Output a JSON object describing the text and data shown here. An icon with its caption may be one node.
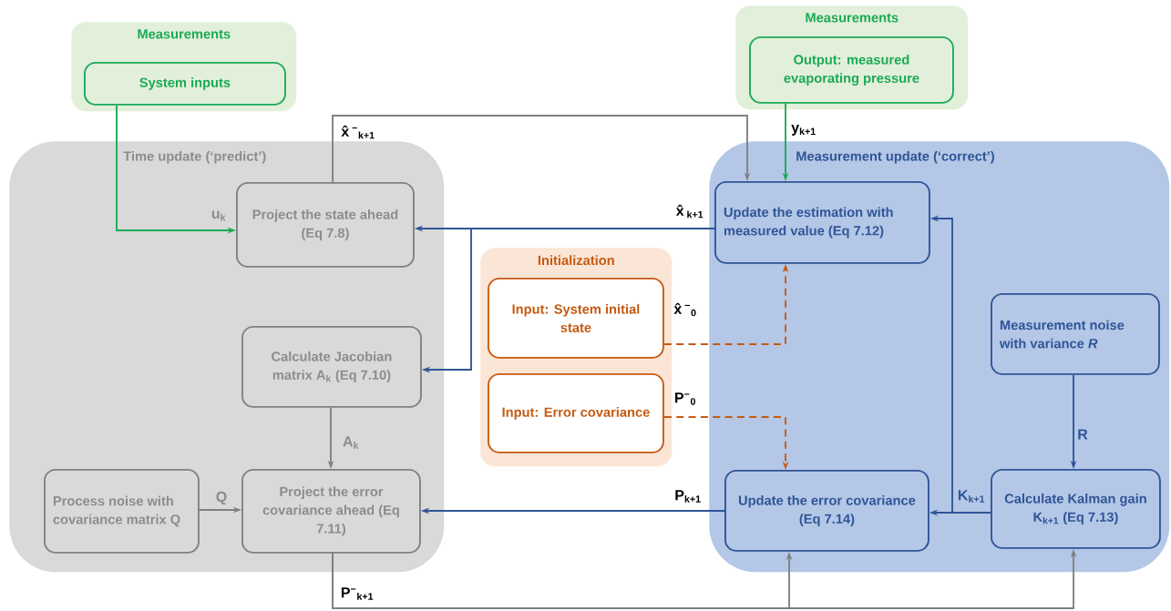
{
  "diagram": {
    "nodes": [
      {
        "text": [
          "Measurements"
        ]
      },
      {
        "text": [
          "System inputs"
        ],
        "in": 0
      },
      {
        "text": [
          "Measurements"
        ]
      },
      {
        "text": [
          "Output: measured evaporating pressure"
        ],
        "in": 2
      },
      {
        "text": [
          "Time update (‘predict’)"
        ]
      },
      {
        "text": [
          "Project the state ahead (Eq 7.8)"
        ],
        "in": 4
      },
      {
        "text": [
          "Calculate Jacobian matrix A$_{k}$ (Eq 7.10)"
        ],
        "in": 4
      },
      {
        "text": [
          "Process noise with covariance matrix Q"
        ],
        "in": 4
      },
      {
        "text": [
          "Project the error covariance ahead (Eq 7.11)"
        ],
        "in": 4
      },
      {
        "text": [
          "Initialization"
        ]
      },
      {
        "text": [
          "Input: System initial state"
        ],
        "in": 9
      },
      {
        "text": [
          "Input: Error covariance"
        ],
        "in": 9
      },
      {
        "text": [
          "Measurement update (‘correct’)"
        ]
      },
      {
        "text": [
          "Update the estimation with measured value (Eq 7.12)"
        ],
        "in": 12
      },
      {
        "text": [
          "Measurement noise with variance *R*"
        ],
        "in": 12
      },
      {
        "text": [
          "Calculate Kalman gain K$_{k+1}$ (Eq 7.13)"
        ],
        "in": 12
      },
      {
        "text": [
          "Update the error covariance (Eq 7.14)"
        ],
        "in": 12
      }
    ],
    "edges": [
      {
        "from": 1,
        "to": 5,
        "arrow": "to",
        "label": "u$_{k}$",
        "color": "#1aaa55"
      },
      {
        "from": 5,
        "to": 13,
        "arrow": "to",
        "label": "**x̂**$^{−}$$_{k+1}$",
        "color": "#808080"
      },
      {
        "from": 3,
        "to": 13,
        "arrow": "to",
        "label": "y$_{k+1}$",
        "color": "#1aaa55"
      },
      {
        "from": 13,
        "to": 5,
        "arrow": "to",
        "label": "**x̂**$_{k+1}$"
      },
      {
        "from": 13,
        "to": 6,
        "arrow": "to"
      },
      {
        "from": 6,
        "to": 8,
        "arrow": "to",
        "label": "A$_{k}$",
        "color": "#808080"
      },
      {
        "from": 7,
        "to": 8,
        "arrow": "to",
        "label": "Q",
        "color": "#808080"
      },
      {
        "from": 10,
        "to": 13,
        "arrow": "to",
        "label": "**x̂**$^{−}$$_{0}$",
        "style": "dashed",
        "color": "#c55a11"
      },
      {
        "from": 11,
        "to": 16,
        "arrow": "to",
        "label": "**P**$^{−}$$_{0}$",
        "style": "dashed",
        "color": "#c55a11"
      },
      {
        "from": 14,
        "to": 15,
        "arrow": "to",
        "label": "R"
      },
      {
        "from": 15,
        "to": 16,
        "arrow": "to",
        "label": "K$_{k+1}$"
      },
      {
        "from": 15,
        "to": 13,
        "arrow": "to"
      },
      {
        "from": 16,
        "to": 8,
        "arrow": "to",
        "label": "P$_{k+1}$"
      },
      {
        "from": 8,
        "to": 16,
        "arrow": "to",
        "label": "**P**$^{−}$$_{k+1}$",
        "color": "#808080"
      },
      {
        "from": 8,
        "to": 15,
        "arrow": "to",
        "color": "#808080"
      }
    ]
  }
}
